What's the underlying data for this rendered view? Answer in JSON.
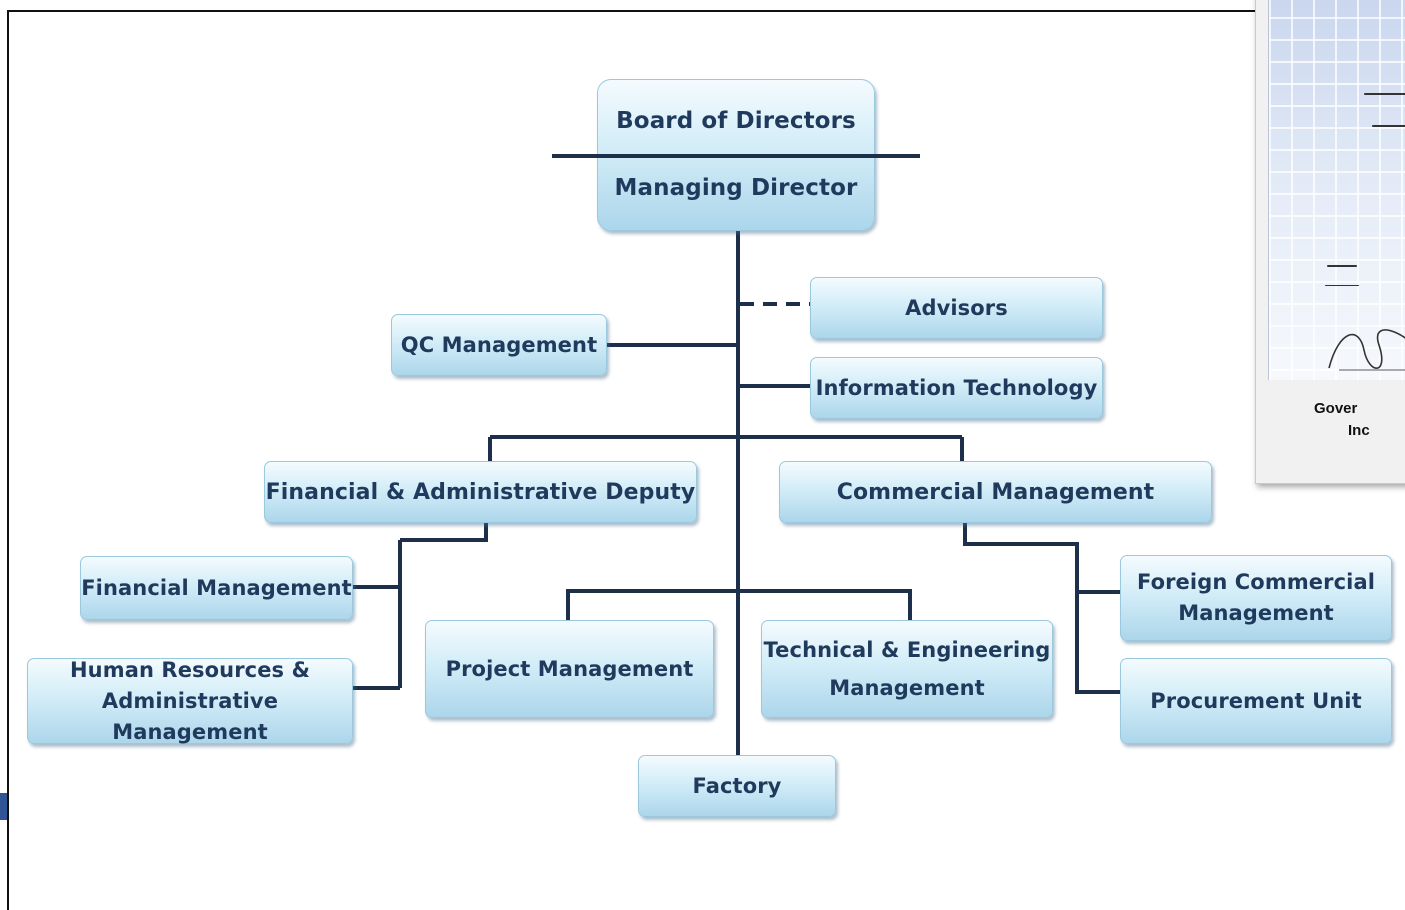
{
  "certificate": {
    "caption_line1": "Gover",
    "caption_line2": "Inc"
  },
  "chart": {
    "board": "Board of Directors",
    "managing_director": "Managing Director",
    "advisors": "Advisors",
    "qc": "QC Management",
    "it": "Information Technology",
    "financial_deputy": "Financial & Administrative Deputy",
    "commercial": "Commercial Management",
    "financial_mgmt": "Financial Management",
    "hr_line1": "Human Resources &",
    "hr_line2": "Administrative Management",
    "project": "Project Management",
    "technical_line1": "Technical & Engineering",
    "technical_line2": "Management",
    "foreign_line1": "Foreign Commercial",
    "foreign_line2": "Management",
    "procurement": "Procurement Unit",
    "factory": "Factory"
  }
}
